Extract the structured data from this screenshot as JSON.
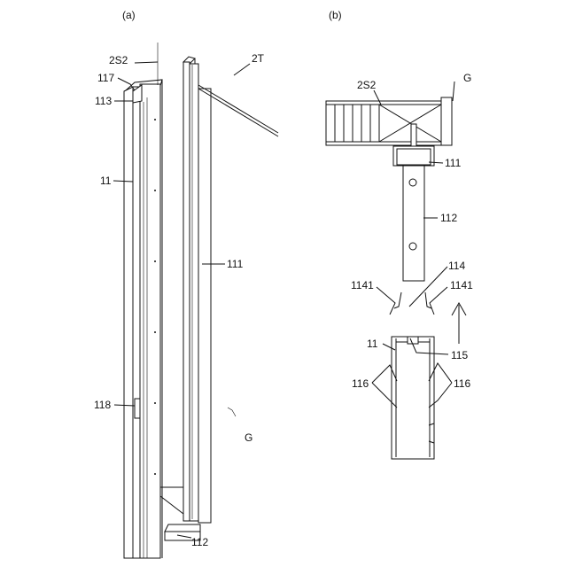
{
  "panel_a": {
    "caption": "(a)",
    "labels": {
      "l2S2": "2S2",
      "l2T": "2T",
      "l117": "117",
      "l113": "113",
      "l11": "11",
      "l111": "111",
      "l118": "118",
      "lG": "G",
      "l112": "112"
    }
  },
  "panel_b": {
    "caption": "(b)",
    "labels": {
      "l2S2": "2S2",
      "lG": "G",
      "l111": "111",
      "l112": "112",
      "l114": "114",
      "l1141_left": "1141",
      "l1141_right": "1141",
      "l11": "11",
      "l115": "115",
      "l116_left": "116",
      "l116_right": "116"
    }
  }
}
